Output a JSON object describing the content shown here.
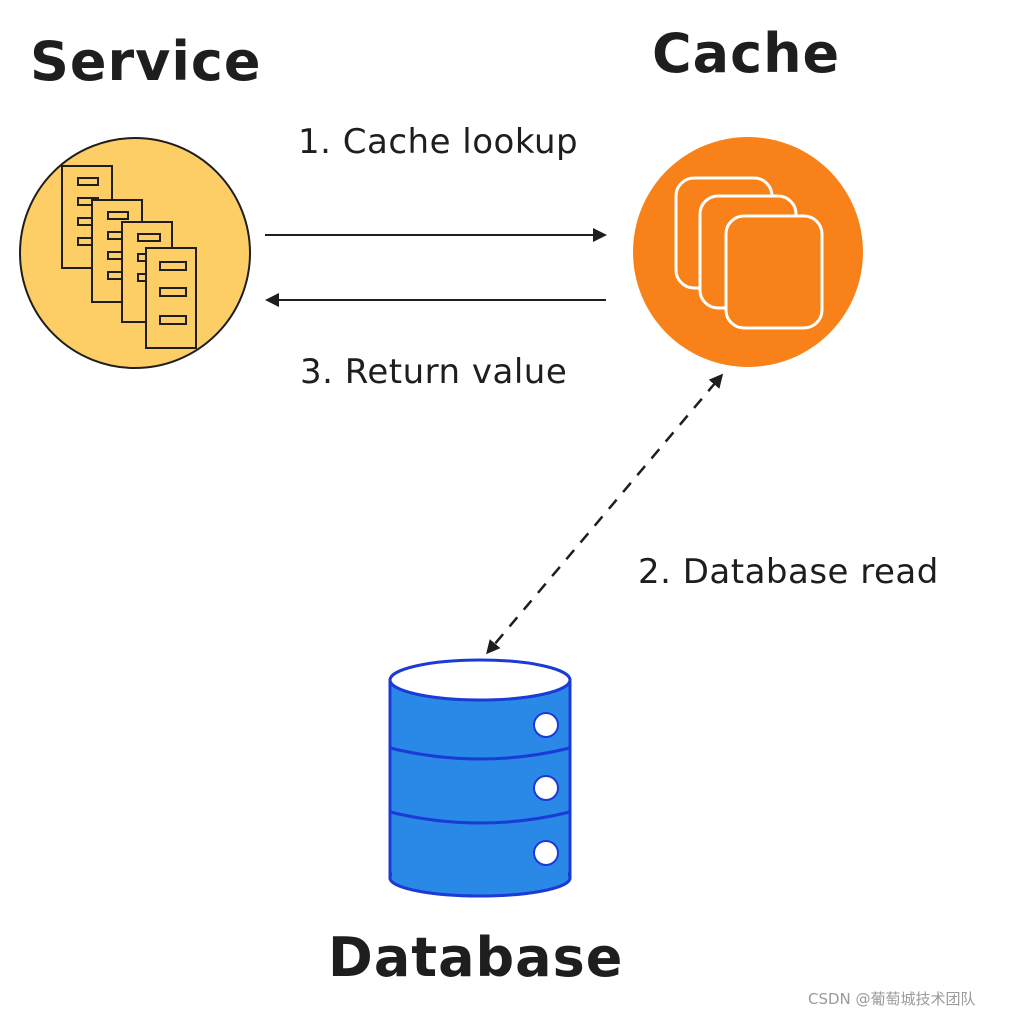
{
  "nodes": {
    "service": {
      "title": "Service"
    },
    "cache": {
      "title": "Cache"
    },
    "database": {
      "title": "Database"
    }
  },
  "edges": {
    "lookup": {
      "label": "1. Cache lookup"
    },
    "db_read": {
      "label": "2. Database read"
    },
    "return": {
      "label": "3. Return value"
    }
  },
  "colors": {
    "service_fill": "#fdcd66",
    "cache_fill": "#f88219",
    "database_fill": "#2a88e6",
    "database_outline": "#1a3bd6",
    "ink": "#1e1e1e"
  },
  "watermark": "CSDN @葡萄城技术团队"
}
